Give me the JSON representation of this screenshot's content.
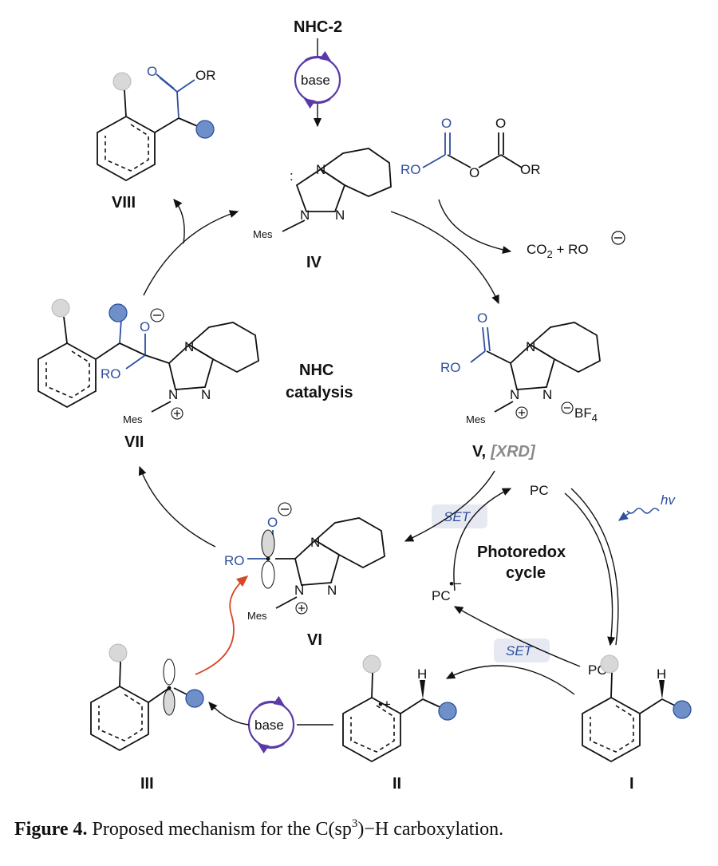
{
  "caption": {
    "label": "Figure 4.",
    "text_pre": "Proposed mechanism for the C(sp",
    "sup": "3",
    "text_post": ")−H carboxylation."
  },
  "reagents": {
    "nhc": "NHC-2",
    "base": "base",
    "byproducts": "CO",
    "byproducts_sub": "2",
    "byproducts_rest": " + RO",
    "hv": "hv"
  },
  "cycle_labels": {
    "nhc_line1": "NHC",
    "nhc_line2": "catalysis",
    "photo_line1": "Photoredox",
    "photo_line2": "cycle",
    "set_label": "SET"
  },
  "photocatalyst": {
    "pc": "PC",
    "pc_excited": "PC*",
    "pc_reduced": "PC"
  },
  "compounds": {
    "I": "I",
    "II": "II",
    "III": "III",
    "IV": "IV",
    "V": "V,",
    "V_xrd": "[XRD]",
    "VI": "VI",
    "VII": "VII",
    "VIII": "VIII"
  },
  "atoms": {
    "N": "N",
    "O": "O",
    "OR": "OR",
    "RO": "RO",
    "Mes": "Mes",
    "H": "H",
    "BF4": "BF",
    "BF4_sub": "4"
  },
  "colors": {
    "blue": "#2d4f9e",
    "purple": "#5b3aa8",
    "red": "#d9472b",
    "grey_ball": "#d8d8d8",
    "blue_ball": "#6f8fc8",
    "set_bg": "#e6e9f1",
    "xrd_grey": "#8a8a8a"
  }
}
